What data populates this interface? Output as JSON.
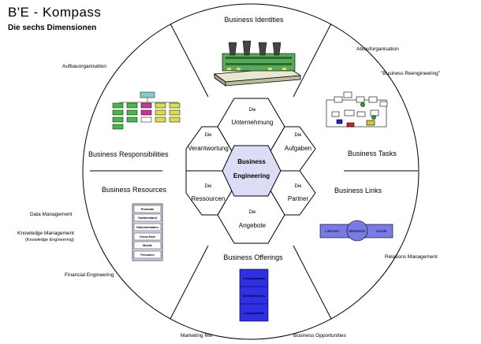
{
  "title": "B'E - Kompass",
  "subtitle": "Die sechs Dimensionen",
  "center": {
    "line1": "Business",
    "line2": "Engineering"
  },
  "hexes": [
    {
      "id": "unternehmung",
      "small": "Die",
      "label": "Unternehmung"
    },
    {
      "id": "aufgaben",
      "small": "Die",
      "label": "Aufgaben"
    },
    {
      "id": "partner",
      "small": "Die",
      "label": "Partner"
    },
    {
      "id": "angebote",
      "small": "Die",
      "label": "Angebote"
    },
    {
      "id": "ressourcen",
      "small": "Die",
      "label": "Ressourcen"
    },
    {
      "id": "verantwortung",
      "small": "Die",
      "label": "Verantwortung"
    }
  ],
  "sectors": {
    "identities": "Business Identities",
    "tasks": "Business Tasks",
    "links": "Business Links",
    "offerings": "Business Offerings",
    "resources": "Business Resources",
    "responsibilities": "Business Responsibilities"
  },
  "outer_labels": {
    "aufbauorganisation": "Aufbauorganisation",
    "ablauforganisation": "Ablauforganisation",
    "reengineering": "\"Business Reengineering\"",
    "data_management": "Data Management",
    "knowledge_management": "Knowledge Management",
    "knowledge_engineering": "(Knowledge Engineering)",
    "financial_engineering": "Financial Engineering",
    "relations_management": "Relations Management",
    "marketing_mix": "Marketing Mix",
    "business_opportunities": "Business Opportunities"
  },
  "links_graphic": {
    "left": "Lieferant",
    "center": "Mitarbeiter",
    "right": "Kunde"
  },
  "resource_stack": [
    "Produkte",
    "Sachbestand",
    "Dokumentation",
    "Know-How",
    "Mobile",
    "Personen"
  ],
  "offering_stack": [
    "Leistungsstufe",
    "Dienstleistung",
    "Lösungsstufe"
  ],
  "colors": {
    "center_fill": "#dcdcf6",
    "links_fill": "#7a7ae6",
    "offering_fill": "#2f2fe6",
    "resource_fill": "#d8d8f4"
  }
}
